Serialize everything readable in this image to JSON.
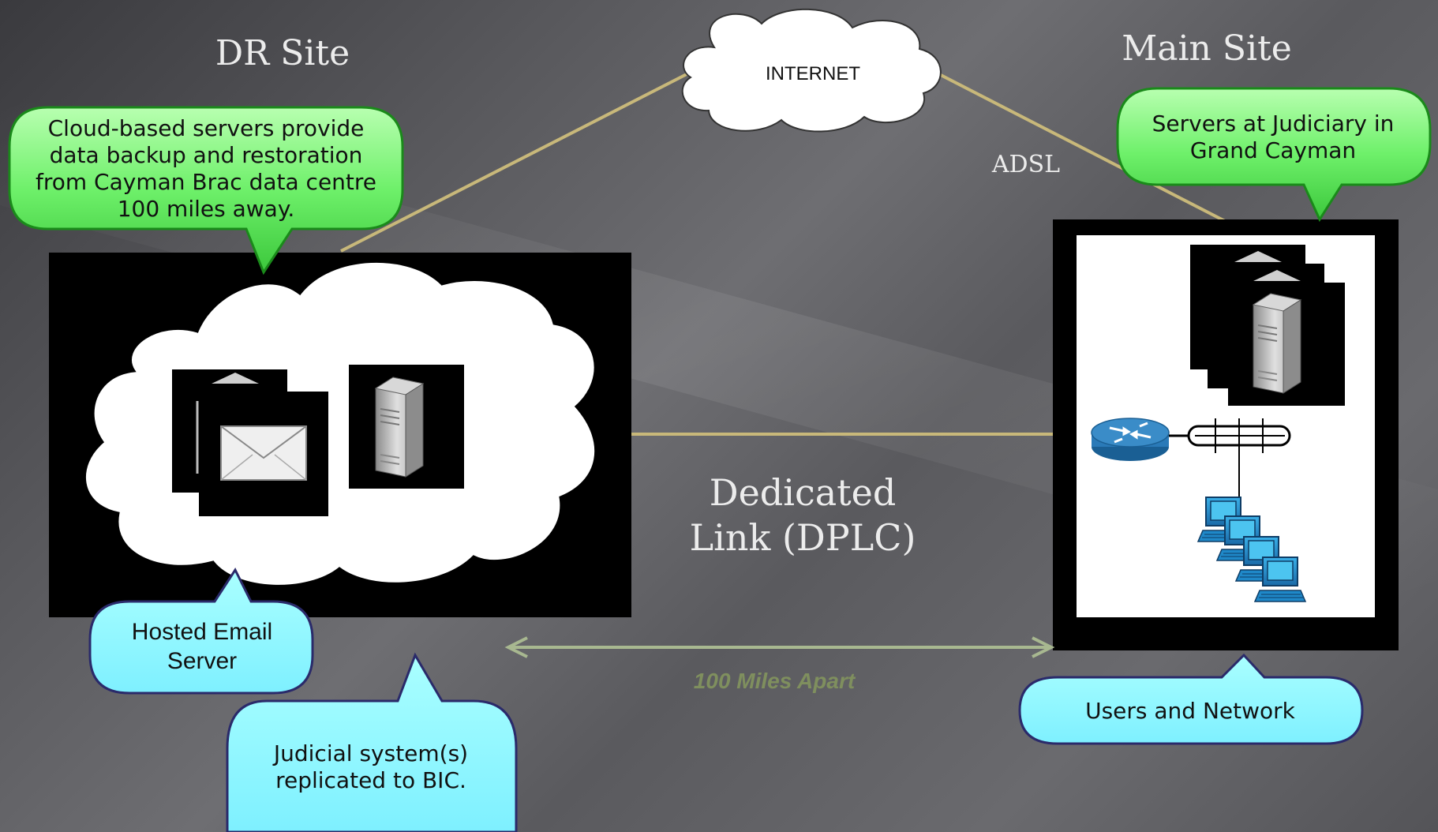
{
  "dr_site": {
    "title": "DR Site",
    "callout_cloud": [
      "Cloud-based servers provide",
      "data backup and restoration",
      "from Cayman Brac data centre",
      "100 miles away."
    ],
    "callout_email": [
      "Hosted Email",
      "Server"
    ],
    "callout_judicial": [
      "Judicial system(s)",
      "replicated to BIC."
    ]
  },
  "main_site": {
    "title": "Main Site",
    "callout_servers": [
      "Servers at Judiciary in",
      "Grand Cayman"
    ],
    "callout_users": "Users and Network"
  },
  "internet": {
    "label": "INTERNET"
  },
  "links": {
    "adsl": "ADSL",
    "dedicated": [
      "Dedicated",
      "Link (DPLC)"
    ],
    "distance": "100 Miles Apart"
  },
  "colors": {
    "green_callout": "#7cf07c",
    "cyan_callout": "#8ff8ff",
    "link_line": "#c8b87a",
    "distance_arrow": "#a8b890",
    "router_blue": "#2a7ab8"
  }
}
